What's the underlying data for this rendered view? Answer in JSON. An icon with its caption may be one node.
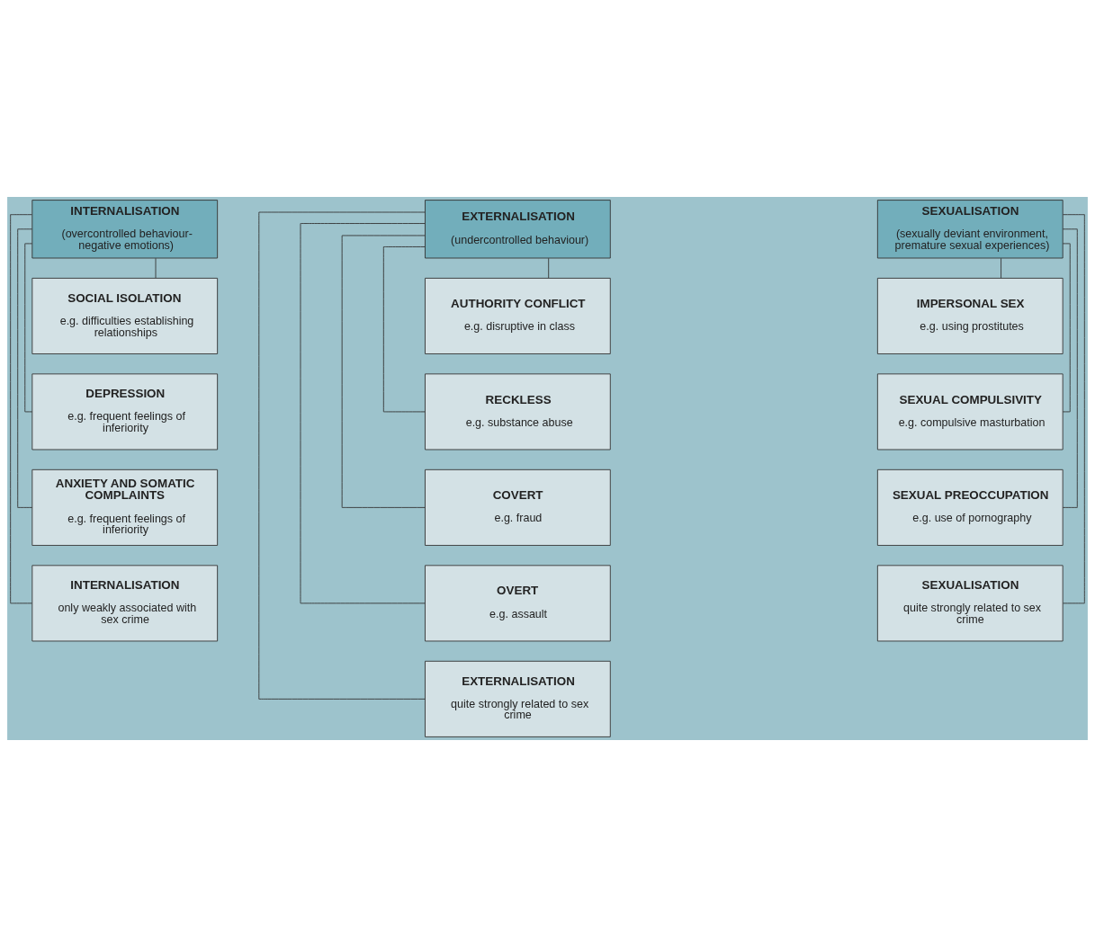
{
  "diagram": {
    "nodes": [
      {
        "text": [
          "INTERNALISATION",
          "(overcontrolled behaviour-negative emotions)"
        ]
      },
      {
        "text": [
          "SOCIAL ISOLATION",
          "e.g. difficulties establishing relationships"
        ]
      },
      {
        "text": [
          "DEPRESSION",
          "e.g. frequent feelings of inferiority"
        ]
      },
      {
        "text": [
          "ANXIETY AND SOMATIC COMPLAINTS",
          "e.g. frequent feelings of inferiority"
        ]
      },
      {
        "text": [
          "INTERNALISATION",
          "only weakly associated with sex crime"
        ]
      },
      {
        "text": [
          "EXTERNALISATION",
          "(undercontrolled behaviour)"
        ]
      },
      {
        "text": [
          "AUTHORITY CONFLICT",
          "e.g. disruptive in class"
        ]
      },
      {
        "text": [
          "RECKLESS",
          "e.g. substance abuse"
        ]
      },
      {
        "text": [
          "COVERT",
          "e.g. fraud"
        ]
      },
      {
        "text": [
          "OVERT",
          "e.g. assault"
        ]
      },
      {
        "text": [
          "EXTERNALISATION",
          "quite strongly related to sex crime"
        ]
      },
      {
        "text": [
          "SEXUALISATION",
          "(sexually deviant environment, premature sexual experiences)"
        ]
      },
      {
        "text": [
          "IMPERSONAL SEX",
          "e.g. using prostitutes"
        ]
      },
      {
        "text": [
          "SEXUAL COMPULSIVITY",
          "e.g. compulsive masturbation"
        ]
      },
      {
        "text": [
          "SEXUAL PREOCCUPATION",
          "e.g. use of pornography"
        ]
      },
      {
        "text": [
          "SEXUALISATION",
          "quite strongly related to sex crime"
        ]
      }
    ],
    "edges": [
      {
        "from": 0,
        "to": 1,
        "arrow": "none"
      },
      {
        "from": 0,
        "to": 2,
        "arrow": "none"
      },
      {
        "from": 0,
        "to": 3,
        "arrow": "none"
      },
      {
        "from": 0,
        "to": 4,
        "arrow": "none"
      },
      {
        "from": 5,
        "to": 6,
        "arrow": "none"
      },
      {
        "from": 5,
        "to": 7,
        "arrow": "none"
      },
      {
        "from": 5,
        "to": 8,
        "arrow": "none"
      },
      {
        "from": 5,
        "to": 9,
        "arrow": "none"
      },
      {
        "from": 5,
        "to": 10,
        "arrow": "none"
      },
      {
        "from": 11,
        "to": 12,
        "arrow": "none"
      },
      {
        "from": 11,
        "to": 13,
        "arrow": "none"
      },
      {
        "from": 11,
        "to": 14,
        "arrow": "none"
      },
      {
        "from": 11,
        "to": 15,
        "arrow": "none"
      }
    ]
  }
}
